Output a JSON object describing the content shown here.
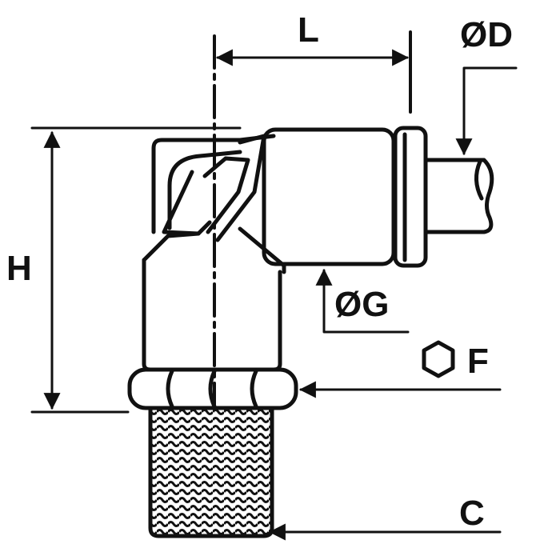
{
  "labels": {
    "length": "L",
    "tube_diameter": "ØD",
    "height": "H",
    "body_diameter": "ØG",
    "hex_size": "F",
    "thread": "C"
  },
  "colors": {
    "ink": "#111111",
    "paper": "#ffffff"
  }
}
